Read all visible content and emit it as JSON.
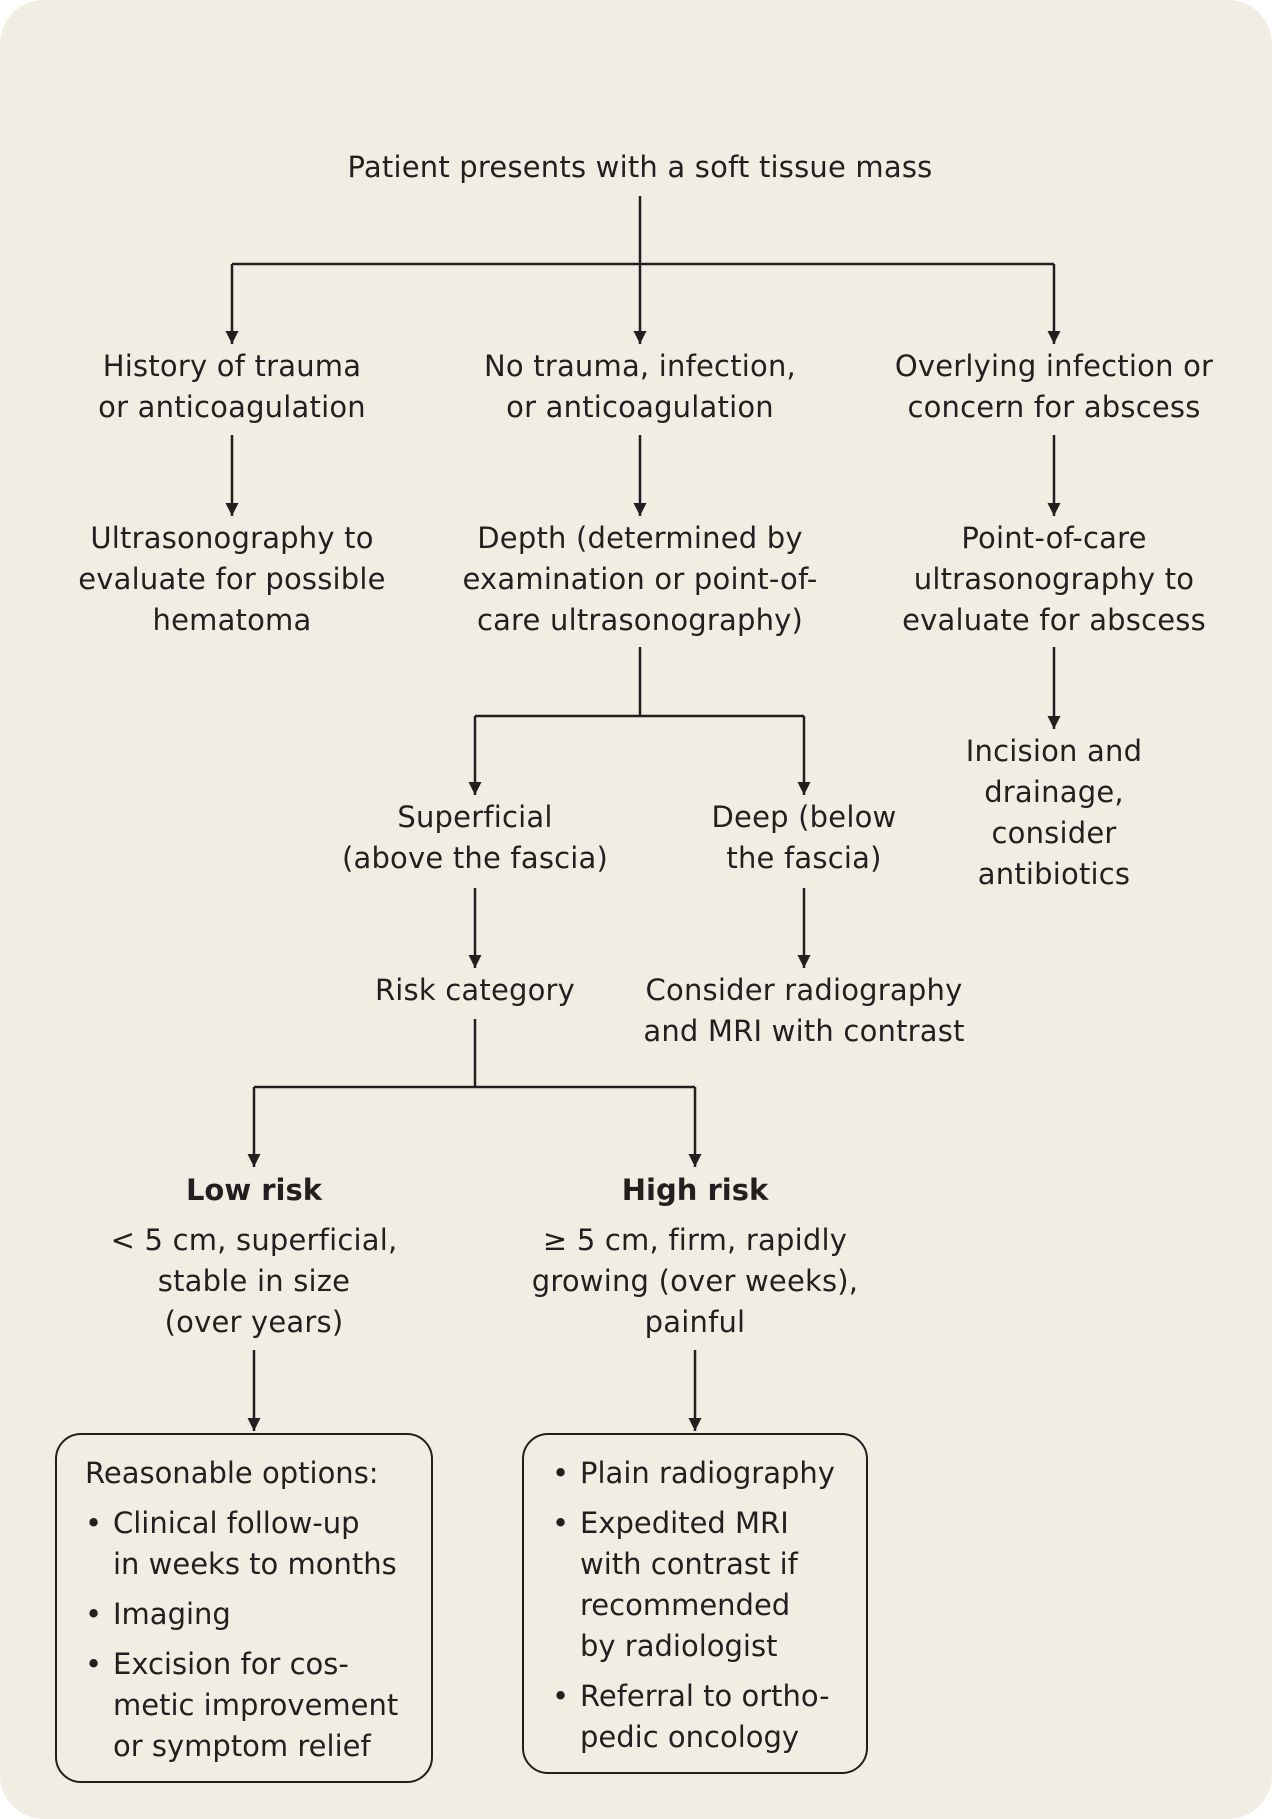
{
  "root": {
    "lines": [
      "Patient presents with a soft tissue mass"
    ]
  },
  "branch_trauma": {
    "lines": [
      "History of trauma",
      "or anticoagulation"
    ]
  },
  "branch_none": {
    "lines": [
      "No trauma, infection,",
      "or anticoagulation"
    ]
  },
  "branch_infection": {
    "lines": [
      "Overlying infection or",
      "concern for abscess"
    ]
  },
  "hematoma_eval": {
    "lines": [
      "Ultrasonography to",
      "evaluate for possible",
      "hematoma"
    ]
  },
  "depth": {
    "lines": [
      "Depth (determined by",
      "examination or point-of-",
      "care ultrasonography)"
    ]
  },
  "abscess_eval": {
    "lines": [
      "Point-of-care",
      "ultrasonography to",
      "evaluate for abscess"
    ]
  },
  "incision": {
    "lines": [
      "Incision and",
      "drainage,",
      "consider",
      "antibiotics"
    ]
  },
  "superficial": {
    "lines": [
      "Superficial",
      "(above the fascia)"
    ]
  },
  "deep": {
    "lines": [
      "Deep (below",
      "the fascia)"
    ]
  },
  "risk_category": {
    "lines": [
      "Risk category"
    ]
  },
  "deep_action": {
    "lines": [
      "Consider radiography",
      "and MRI with contrast"
    ]
  },
  "low_risk": {
    "title": "Low risk",
    "lines": [
      "< 5 cm, superficial,",
      "stable in size",
      "(over years)"
    ]
  },
  "high_risk": {
    "title": "High risk",
    "lines": [
      "≥ 5 cm, firm, rapidly",
      "growing (over weeks),",
      "painful"
    ]
  },
  "low_options": {
    "intro": "Reasonable options:",
    "bullet": "•",
    "items": [
      {
        "lines": [
          "Clinical follow-up",
          "in weeks to months"
        ]
      },
      {
        "lines": [
          "Imaging"
        ]
      },
      {
        "lines": [
          "Excision for cos-",
          "metic improvement",
          "or symptom relief"
        ]
      }
    ]
  },
  "high_options": {
    "bullet": "•",
    "items": [
      {
        "lines": [
          "Plain radiography"
        ]
      },
      {
        "lines": [
          "Expedited MRI",
          "with contrast if",
          "recommended",
          "by radiologist"
        ]
      },
      {
        "lines": [
          "Referral to ortho-",
          "pedic oncology"
        ]
      }
    ]
  },
  "colors": {
    "background": "#f2ede3",
    "ink": "#231f20"
  }
}
